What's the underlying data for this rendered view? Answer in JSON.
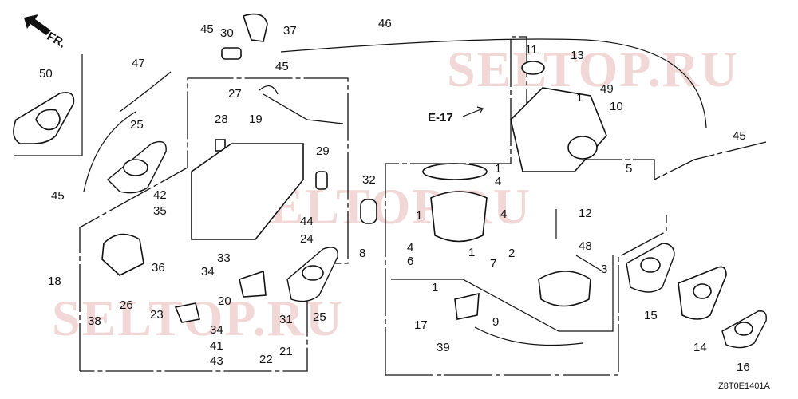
{
  "diagram": {
    "direction_label": "FR.",
    "reference_label": "E-17",
    "drawing_code": "Z8T0E1401A",
    "watermark": "SELTOP.RU",
    "labels": [
      "50",
      "47",
      "25",
      "45",
      "45",
      "30",
      "37",
      "45",
      "46",
      "27",
      "28",
      "19",
      "29",
      "42",
      "35",
      "32",
      "44",
      "24",
      "18",
      "36",
      "33",
      "34",
      "26",
      "38",
      "23",
      "20",
      "31",
      "34",
      "41",
      "43",
      "22",
      "21",
      "25",
      "8",
      "11",
      "13",
      "49",
      "1",
      "10",
      "5",
      "45",
      "1",
      "4",
      "4",
      "1",
      "4",
      "6",
      "12",
      "48",
      "2",
      "1",
      "7",
      "3",
      "1",
      "9",
      "17",
      "39",
      "15",
      "14",
      "16"
    ]
  }
}
